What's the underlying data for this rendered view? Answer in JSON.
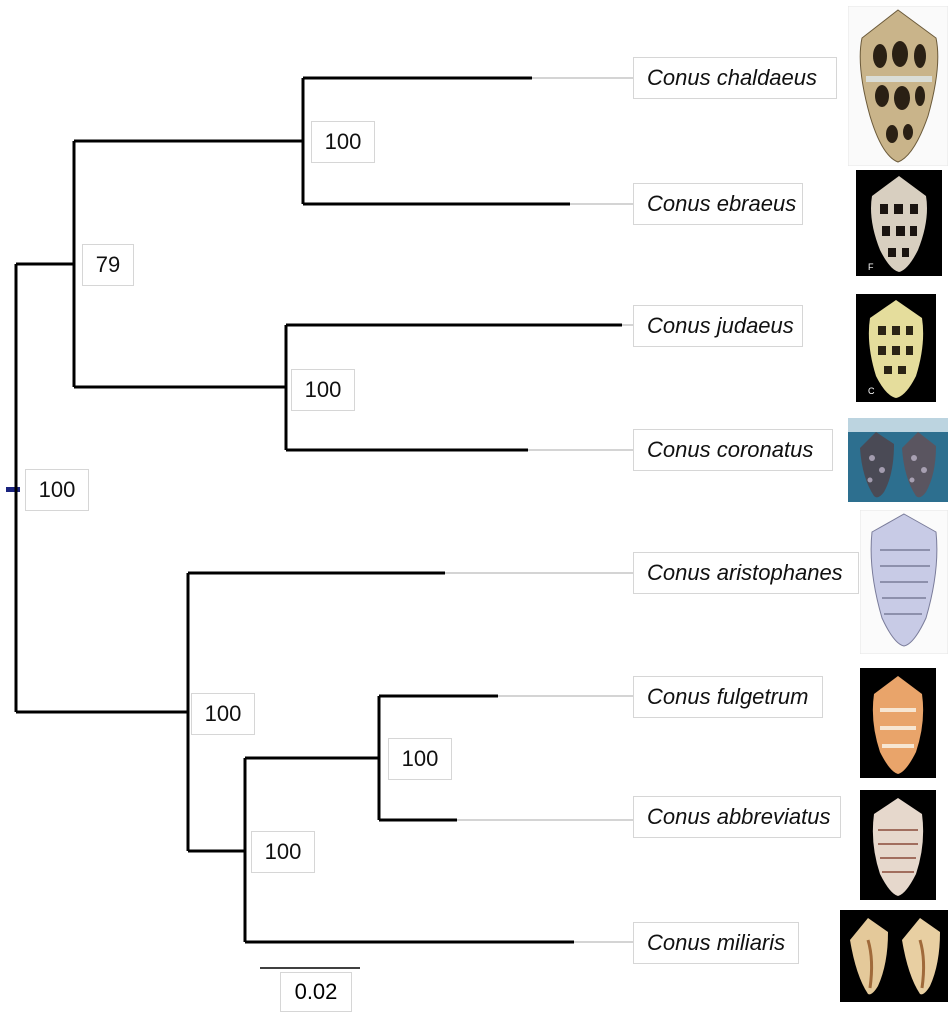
{
  "tree": {
    "taxa": [
      {
        "id": "chaldaeus",
        "label": "Conus chaldaeus",
        "image": "chaldaeus-shell-illustration"
      },
      {
        "id": "ebraeus",
        "label": "Conus ebraeus",
        "image": "ebraeus-shell-photo"
      },
      {
        "id": "judaeus",
        "label": "Conus judaeus",
        "image": "judaeus-shell-photo"
      },
      {
        "id": "coronatus",
        "label": "Conus coronatus",
        "image": "coronatus-shell-photo"
      },
      {
        "id": "aristophanes",
        "label": "Conus aristophanes",
        "image": "aristophanes-shell-illustration"
      },
      {
        "id": "fulgetrum",
        "label": "Conus fulgetrum",
        "image": "fulgetrum-shell-photo"
      },
      {
        "id": "abbreviatus",
        "label": "Conus abbreviatus",
        "image": "abbreviatus-shell-photo"
      },
      {
        "id": "miliaris",
        "label": "Conus miliaris",
        "image": "miliaris-shell-photo"
      }
    ],
    "support": {
      "root": "100",
      "chaldaeus_ebraeus": "100",
      "clade_a": "79",
      "judaeus_coronatus": "100",
      "clade_b": "100",
      "fulgetrum_abbreviatus": "100",
      "fulg_abbr_miliaris": "100"
    },
    "scale_bar": "0.02",
    "image_marks": {
      "ebraeus": "F",
      "judaeus": "C"
    }
  },
  "colors": {
    "branch": "#000000",
    "leader": "#aaaaaa",
    "root_mark": "#1a237e"
  }
}
